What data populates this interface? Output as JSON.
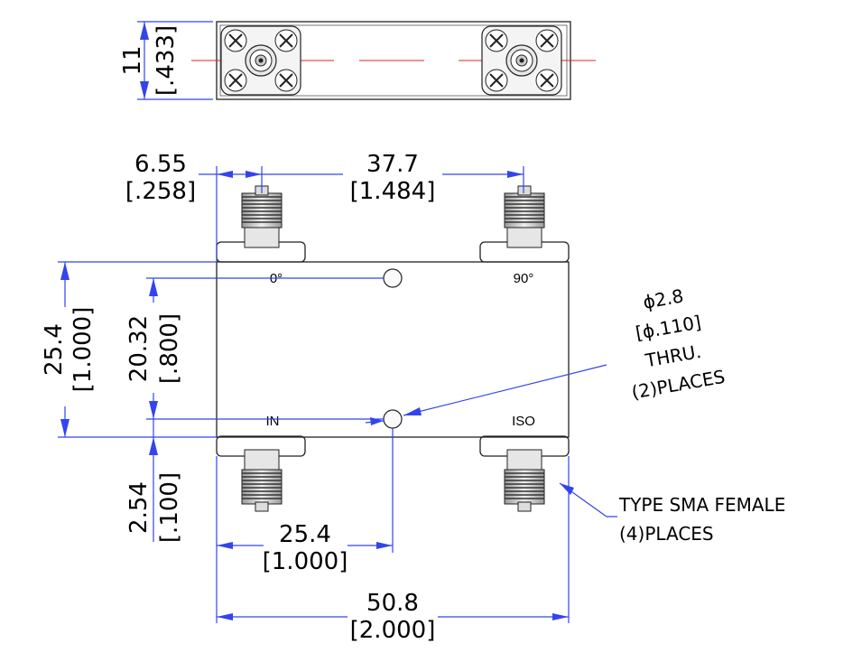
{
  "side_view": {
    "height_mm": "11",
    "height_in": "[.433]"
  },
  "top_view": {
    "dims": {
      "port_offset_mm": "6.55",
      "port_offset_in": "[.258]",
      "port_spacing_mm": "37.7",
      "port_spacing_in": "[1.484]",
      "body_height_mm": "25.4",
      "body_height_in": "[1.000]",
      "port_vertical_mm": "20.32",
      "port_vertical_in": "[.800]",
      "port_margin_mm": "2.54",
      "port_margin_in": "[.100]",
      "hole_x_mm": "25.4",
      "hole_x_in": "[1.000]",
      "body_length_mm": "50.8",
      "body_length_in": "[2.000]"
    },
    "ports": {
      "top_left": "0°",
      "top_right": "90°",
      "bottom_left": "IN",
      "bottom_right": "ISO"
    }
  },
  "notes": {
    "hole_line1": "ϕ2.8",
    "hole_line2": "[ϕ.110]",
    "hole_line3": "THRU.",
    "hole_line4": "(2)PLACES",
    "connector_line1": "TYPE SMA FEMALE",
    "connector_line2": "(4)PLACES"
  },
  "colors": {
    "dimension_lines": "#3344ee",
    "centerline": "#e02020",
    "body_fill_dark": "#b8b8b8",
    "body_fill_light": "#f2f2f2"
  }
}
